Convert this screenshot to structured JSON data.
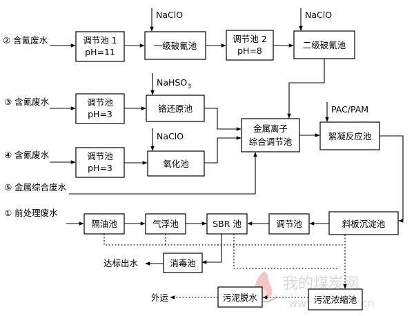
{
  "inputs": {
    "cyanide_2": "② 含氰废水",
    "cyanide_3": "③ 含氰废水",
    "cyanide_4": "④ 含氰废水",
    "metal_5": "⑤ 金属综合废水",
    "pretreat_1": "① 前处理废水"
  },
  "reagents": {
    "naclo_1": "NaClO",
    "naclo_2": "NaClO",
    "nahso3": "NaHSO",
    "nahso3_sub": "3",
    "naclo_3": "NaClO",
    "pac_pam": "PAC/PAM"
  },
  "boxes": {
    "adj1_line1": "调节池 1",
    "adj1_line2": "pH=11",
    "cn1": "一级破氰池",
    "adj2_line1": "调节池 2",
    "adj2_line2": "pH=8",
    "cn2": "二级破氰池",
    "adj3_line1": "调节池",
    "adj3_line2": "pH=3",
    "cr": "铬还原池",
    "metal_line1": "金属离子",
    "metal_line2": "综合调节池",
    "floc": "絮凝反应池",
    "adj4_line1": "调节池",
    "adj4_line2": "pH=3",
    "ox": "氧化池",
    "oil": "隔油池",
    "air": "气浮池",
    "sbr": "SBR 池",
    "adj5": "调节池",
    "settle": "斜板沉淀池",
    "disinfect": "消毒池",
    "thicken": "污泥浓缩池",
    "dewater": "污泥脱水"
  },
  "outputs": {
    "discharge": "达标出水",
    "transport": "外运"
  },
  "watermark": {
    "text": "我的煤炭网",
    "url": "www.mycoal.cn"
  }
}
